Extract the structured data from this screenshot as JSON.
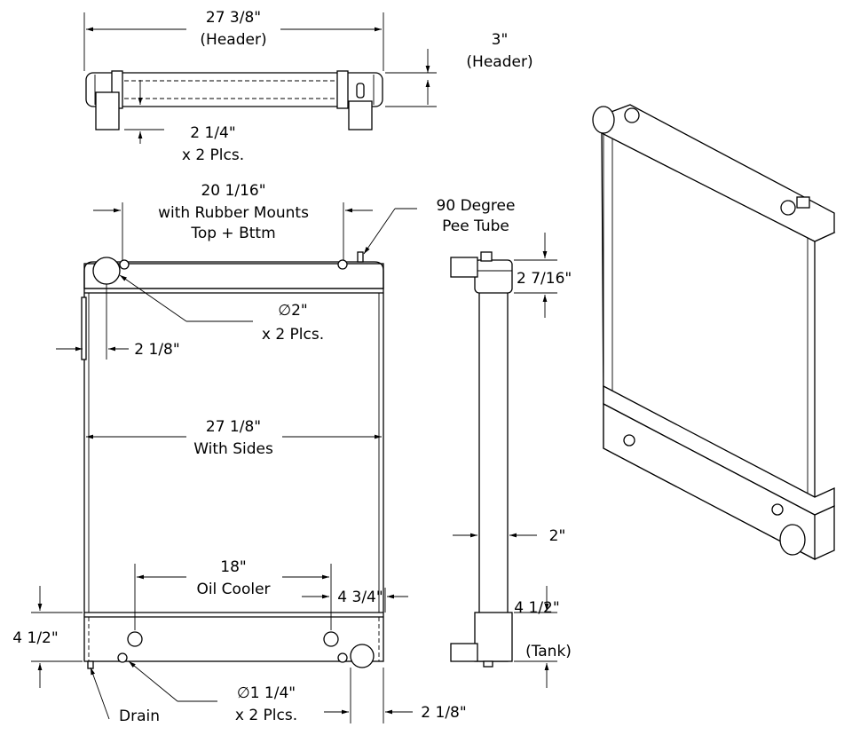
{
  "top_view": {
    "width_dim": "27 3/8\"",
    "width_note": "(Header)",
    "height_dim": "3\"",
    "height_note": "(Header)",
    "mount_dim": "2 1/4\"",
    "mount_note": "x 2 Plcs."
  },
  "front_view": {
    "mount_spacing_dim": "20 1/16\"",
    "mount_spacing_note1": "with Rubber Mounts",
    "mount_spacing_note2": "Top + Bttm",
    "pee_tube_note1": "90 Degree",
    "pee_tube_note2": "Pee Tube",
    "inlet_dim": "∅2\"",
    "inlet_note": "x 2 Plcs.",
    "inlet_offset_dim": "2 1/8\"",
    "width_dim": "27 1/8\"",
    "width_note": "With Sides",
    "oil_cooler_dim": "18\"",
    "oil_cooler_note": "Oil Cooler",
    "oil_cooler_offset_dim": "4 3/4\"",
    "bottom_tank_dim": "4 1/2\"",
    "outlet_dim": "∅1 1/4\"",
    "outlet_note": "x 2 Plcs.",
    "drain_label": "Drain",
    "outlet_offset_dim": "2 1/8\""
  },
  "side_view": {
    "top_tank_dim": "2 7/16\"",
    "core_dim": "2\"",
    "bottom_tank_dim": "4 1/2\"",
    "bottom_tank_note": "(Tank)"
  }
}
